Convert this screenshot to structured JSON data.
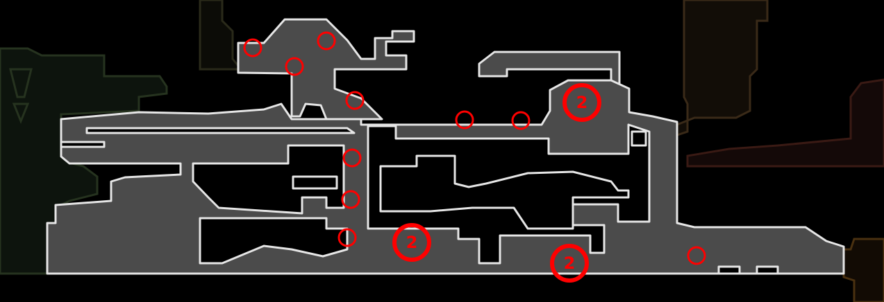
{
  "map": {
    "colors": {
      "room_fill": "#4b4b4b",
      "room_outline": "#e6e6e6",
      "marker": "#ff0000",
      "background": "#000000"
    },
    "markers_small_count": 10,
    "markers_multi": [
      {
        "count_label": "2"
      },
      {
        "count_label": "2"
      },
      {
        "count_label": "2"
      }
    ]
  }
}
